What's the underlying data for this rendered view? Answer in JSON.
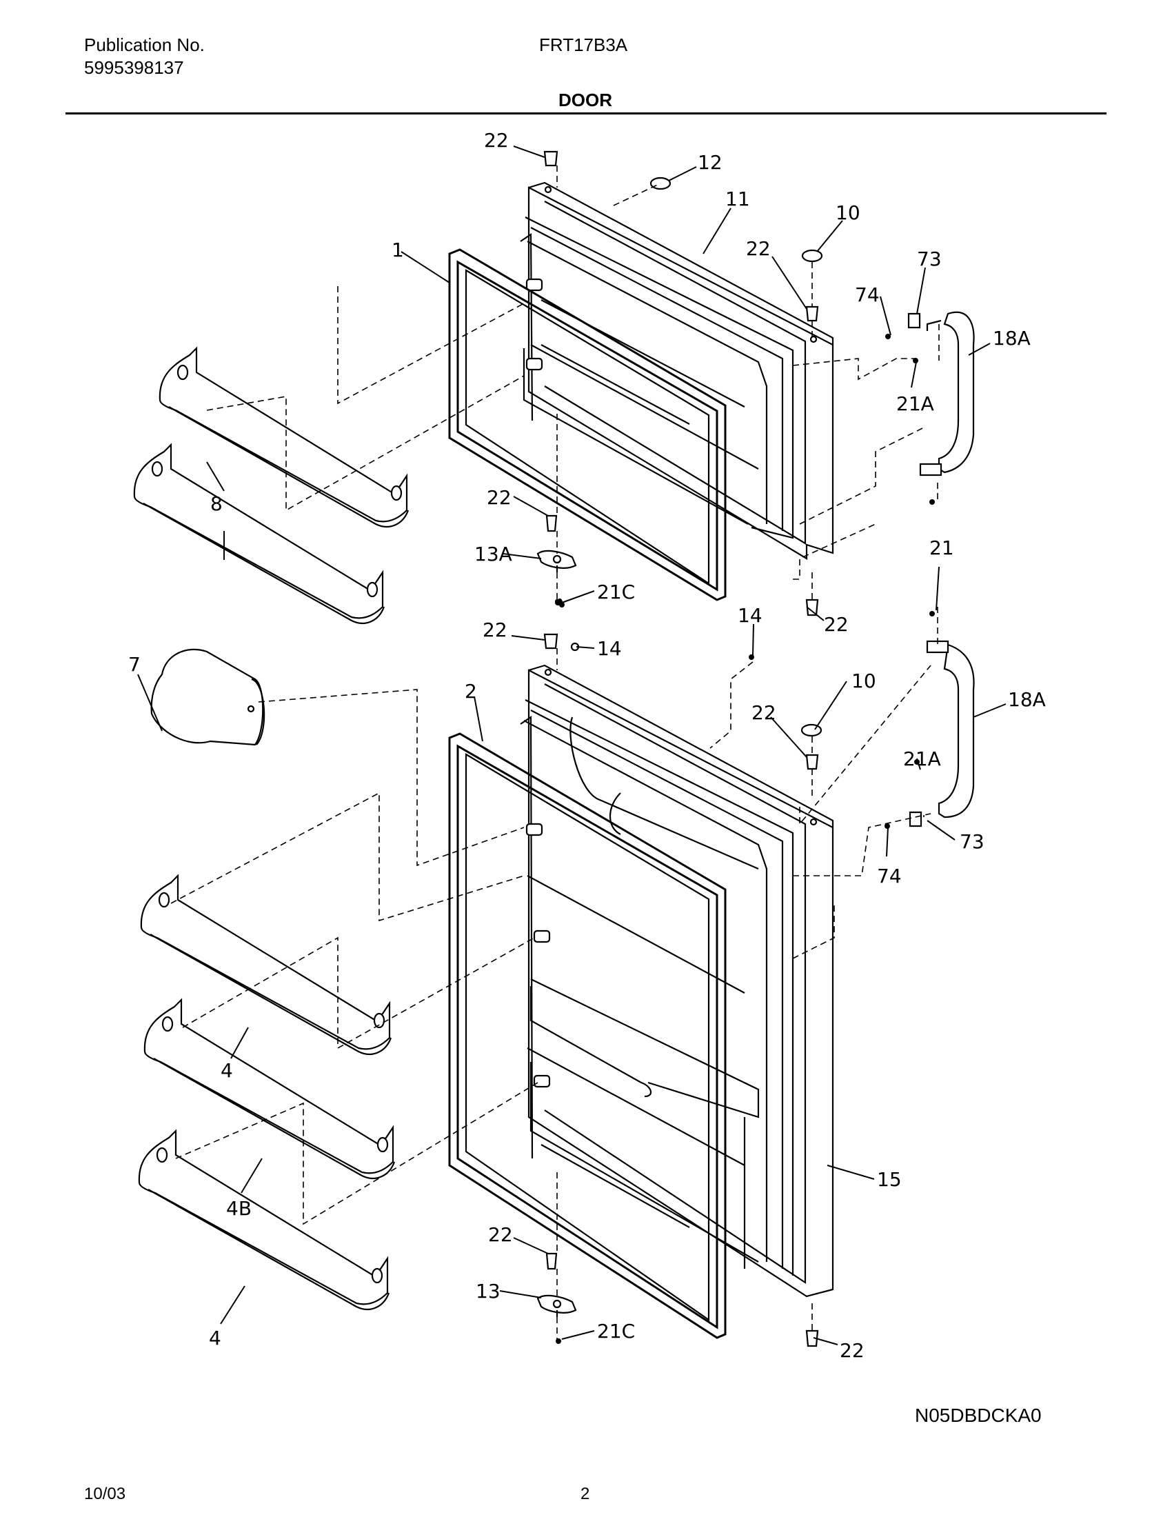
{
  "header": {
    "publication_label": "Publication No.",
    "publication_number": "5995398137",
    "model": "FRT17B3A",
    "section": "DOOR"
  },
  "footer": {
    "date": "10/03",
    "page": "2",
    "drawing_code": "N05DBDCKA0"
  },
  "callouts": {
    "c1": "1",
    "c2": "2",
    "c4a": "4",
    "c4b": "4",
    "c4B": "4B",
    "c7": "7",
    "c8": "8",
    "c10a": "10",
    "c10b": "10",
    "c11": "11",
    "c12": "12",
    "c13": "13",
    "c13A": "13A",
    "c14a": "14",
    "c14b": "14",
    "c15": "15",
    "c18Aa": "18A",
    "c18Ab": "18A",
    "c21a": "21",
    "c21Aa": "21A",
    "c21Ab": "21A",
    "c21Ca": "21C",
    "c21Cb": "21C",
    "c22a": "22",
    "c22b": "22",
    "c22c": "22",
    "c22d": "22",
    "c22e": "22",
    "c22f": "22",
    "c22g": "22",
    "c22h": "22",
    "c73a": "73",
    "c73b": "73",
    "c74a": "74",
    "c74b": "74"
  }
}
